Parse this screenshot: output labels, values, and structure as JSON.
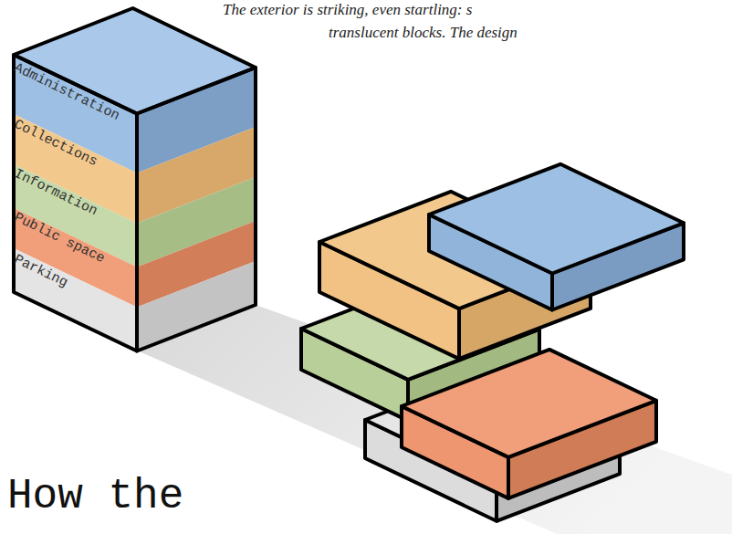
{
  "diagram": {
    "title": "How the",
    "nodes": [
      {
        "text": [
          "Administration"
        ]
      },
      {
        "text": [
          "Collections"
        ]
      },
      {
        "text": [
          "Information"
        ]
      },
      {
        "text": [
          "Public space"
        ]
      },
      {
        "text": [
          "Parking"
        ]
      }
    ],
    "labels": [
      "The exterior is striking, even startling: s",
      "translucent blocks. The design"
    ]
  }
}
